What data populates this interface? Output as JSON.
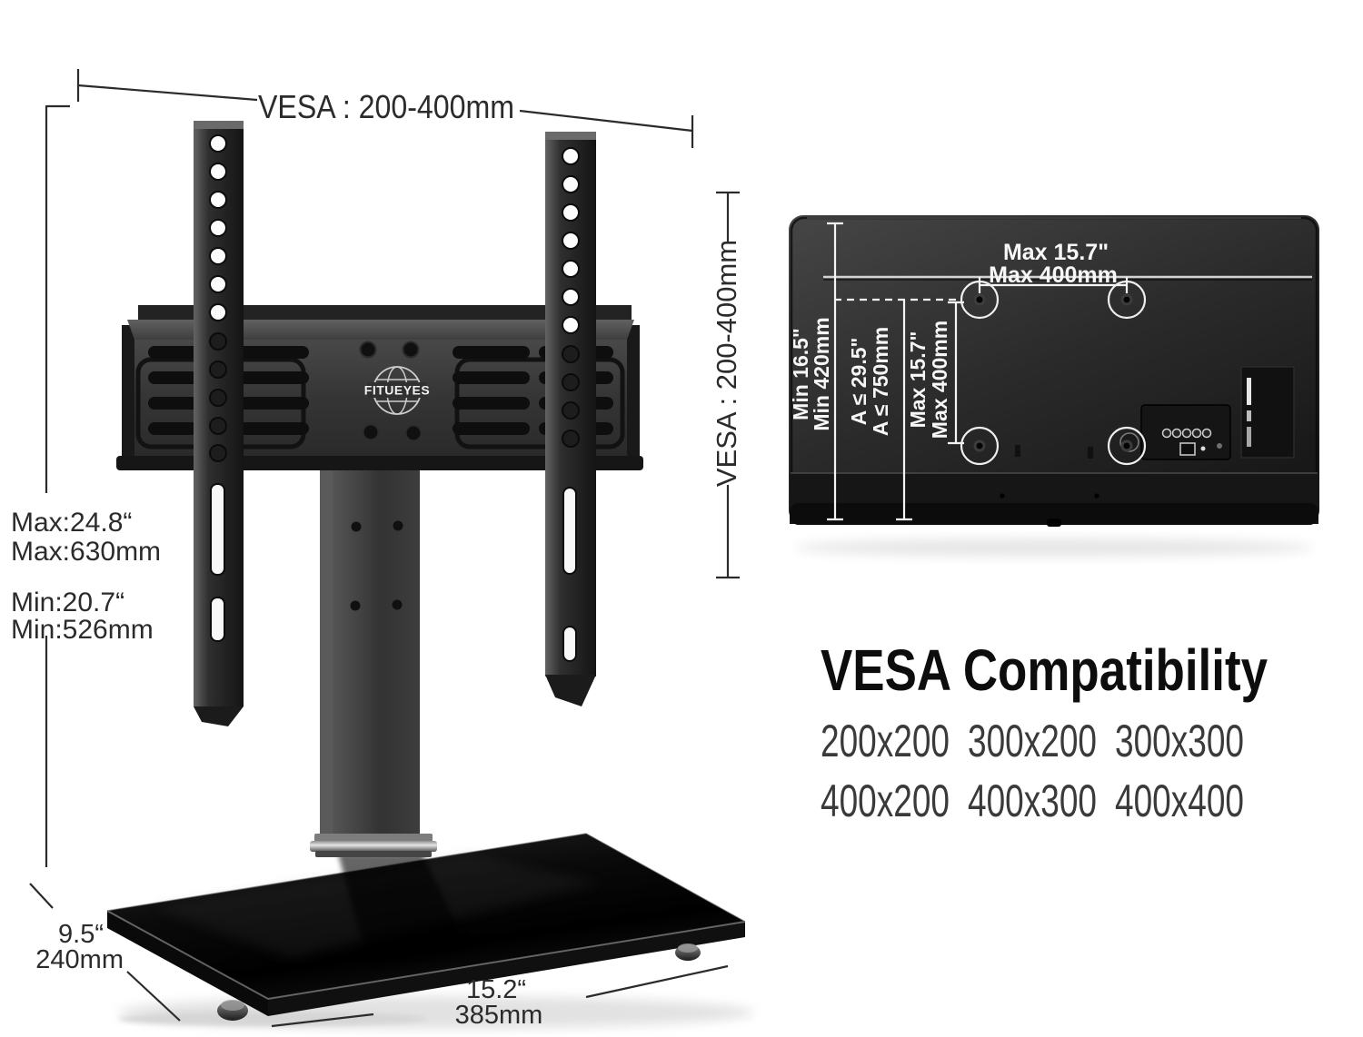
{
  "brand": {
    "logo_text": "FITUEYES"
  },
  "stand": {
    "top_vesa": "VESA : 200-400mm",
    "side_vesa": "VESA : 200-400mm",
    "height": {
      "max_in": "Max:24.8“",
      "max_mm": "Max:630mm",
      "min_in": "Min:20.7“",
      "min_mm": "Min:526mm"
    },
    "base": {
      "depth_in": "9.5“",
      "depth_mm": "240mm",
      "width_in": "15.2“",
      "width_mm": "385mm"
    }
  },
  "tv": {
    "top_width_in": "Max 15.7\"",
    "top_width_mm": "Max 400mm",
    "height_in": "Min 16.5\"",
    "height_mm": "Min 420mm",
    "a_in": "A ≤ 29.5\"",
    "a_mm": "A ≤ 750mm",
    "holes_in": "Max 15.7\"",
    "holes_mm": "Max 400mm"
  },
  "vesa": {
    "title": "VESA Compatibility",
    "sizes": [
      [
        "200x200",
        "300x200",
        "300x300"
      ],
      [
        "400x200",
        "400x300",
        "400x400"
      ]
    ]
  },
  "colors": {
    "dimension_line": "#2b2b2b",
    "tv_label": "#f7f7f7",
    "background": "#ffffff"
  }
}
